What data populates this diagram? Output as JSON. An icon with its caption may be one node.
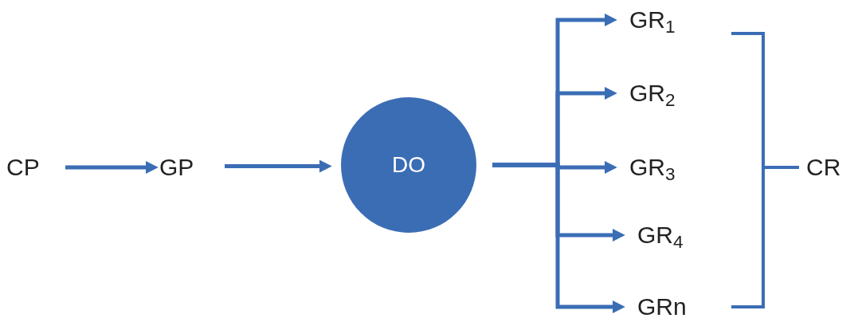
{
  "diagram": {
    "nodes": [
      {
        "text": [
          "CP"
        ]
      },
      {
        "text": [
          "GP"
        ]
      },
      {
        "text": [
          "DO"
        ]
      },
      {
        "text": [
          "GR$_{1}$"
        ]
      },
      {
        "text": [
          "GR$_{2}$"
        ]
      },
      {
        "text": [
          "GR$_{3}$"
        ]
      },
      {
        "text": [
          "GR$_{4}$"
        ]
      },
      {
        "text": [
          "GRn"
        ]
      },
      {
        "text": [
          "CR"
        ]
      }
    ],
    "edges": [
      {
        "from": 0,
        "to": 1,
        "arrow": "to"
      },
      {
        "from": 1,
        "to": 2,
        "arrow": "to"
      },
      {
        "from": 2,
        "to": 3,
        "arrow": "to"
      },
      {
        "from": 2,
        "to": 4,
        "arrow": "to"
      },
      {
        "from": 2,
        "to": 5,
        "arrow": "to"
      },
      {
        "from": 2,
        "to": 6,
        "arrow": "to"
      },
      {
        "from": 2,
        "to": 7,
        "arrow": "to"
      }
    ]
  }
}
